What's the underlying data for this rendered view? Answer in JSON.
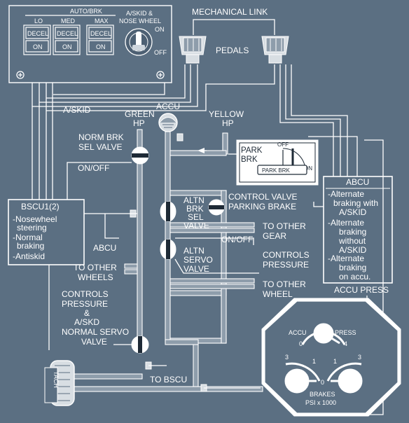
{
  "autobrk": {
    "title": "AUTO/BRK",
    "lo": "LO",
    "med": "MED",
    "max": "MAX",
    "decel": "DECEL",
    "on": "ON"
  },
  "askid_switch": {
    "title_line1": "A/SKID &",
    "title_line2": "NOSE WHEEL",
    "on": "ON",
    "off": "OFF"
  },
  "mechanical_link": "MECHANICAL LINK",
  "pedals": "PEDALS",
  "askid_label": "A/SKID",
  "accu": "ACCU",
  "green_hp": {
    "line1": "GREEN",
    "line2": "HP"
  },
  "yellow_hp": {
    "line1": "YELLOW",
    "line2": "HP"
  },
  "norm_brk": {
    "line1": "NORM BRK",
    "line2": "SEL VALVE"
  },
  "on_off": "ON/OFF",
  "park_brk": {
    "line1": "PARK",
    "line2": "BRK",
    "off": "OFF",
    "on": "ON",
    "handle": "PARK BRK"
  },
  "abcu": {
    "title": "ABCU",
    "items": [
      [
        "-Alternate",
        "braking with",
        "A/SKID"
      ],
      [
        "-Alternate",
        "braking",
        "without",
        "A/SKID"
      ],
      [
        "-Alternate",
        "braking",
        "on accu."
      ]
    ]
  },
  "bscu": {
    "title": "BSCU1(2)",
    "items": [
      [
        "-Nosewheel",
        "steering"
      ],
      [
        "-Normal",
        "braking"
      ],
      [
        "-Antiskid"
      ]
    ]
  },
  "control_valve": {
    "line1": "CONTROL VALVE",
    "line2": "PARKING BRAKE"
  },
  "altn_brk": {
    "line1": "ALTN",
    "line2": "BRK",
    "line3": "SEL",
    "line4": "VALVE"
  },
  "to_other_gear": {
    "line1": "TO OTHER",
    "line2": "GEAR"
  },
  "on_off_2": "ON/OFF",
  "abcu_small": "ABCU",
  "altn_servo": {
    "line1": "ALTN",
    "line2": "SERVO",
    "line3": "VALVE"
  },
  "controls_pressure_r": {
    "line1": "CONTROLS",
    "line2": "PRESSURE"
  },
  "to_other_wheels": {
    "line1": "TO OTHER",
    "line2": "WHEELS"
  },
  "to_other_wheel": {
    "line1": "TO OTHER",
    "line2": "WHEEL"
  },
  "controls_pressure_l": {
    "line1": "CONTROLS",
    "line2": "PRESSURE",
    "line3": "&",
    "line4": "A/SKD"
  },
  "normal_servo": {
    "line1": "NORMAL SERVO",
    "line2": "VALVE"
  },
  "to_bscu": "TO BSCU",
  "tach": "TACH",
  "accu_press": "ACCU PRESS",
  "gauge": {
    "accu": "ACCU",
    "press": "PRESS",
    "zero": "0",
    "four": "4",
    "three": "3",
    "one": "1",
    "brakes": "BRAKES",
    "psi": "PSI x 1000"
  }
}
